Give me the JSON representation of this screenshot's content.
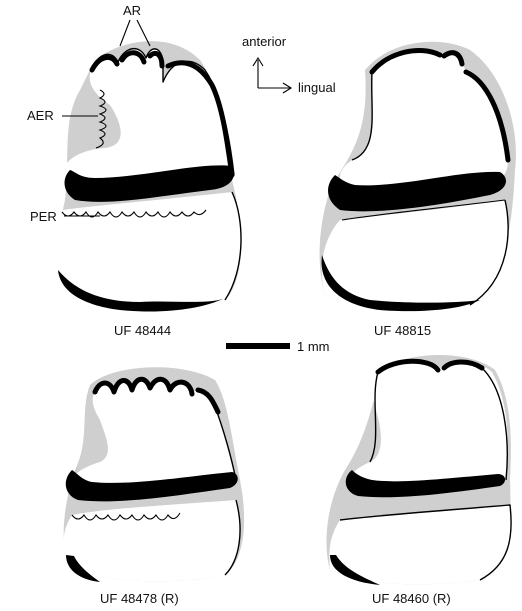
{
  "labels": {
    "ar": "AR",
    "aer": "AER",
    "per": "PER",
    "anterior": "anterior",
    "lingual": "lingual",
    "scale": "1 mm"
  },
  "specimens": [
    "UF 48444",
    "UF 48815",
    "UF 48478 (R)",
    "UF 48460 (R)"
  ]
}
